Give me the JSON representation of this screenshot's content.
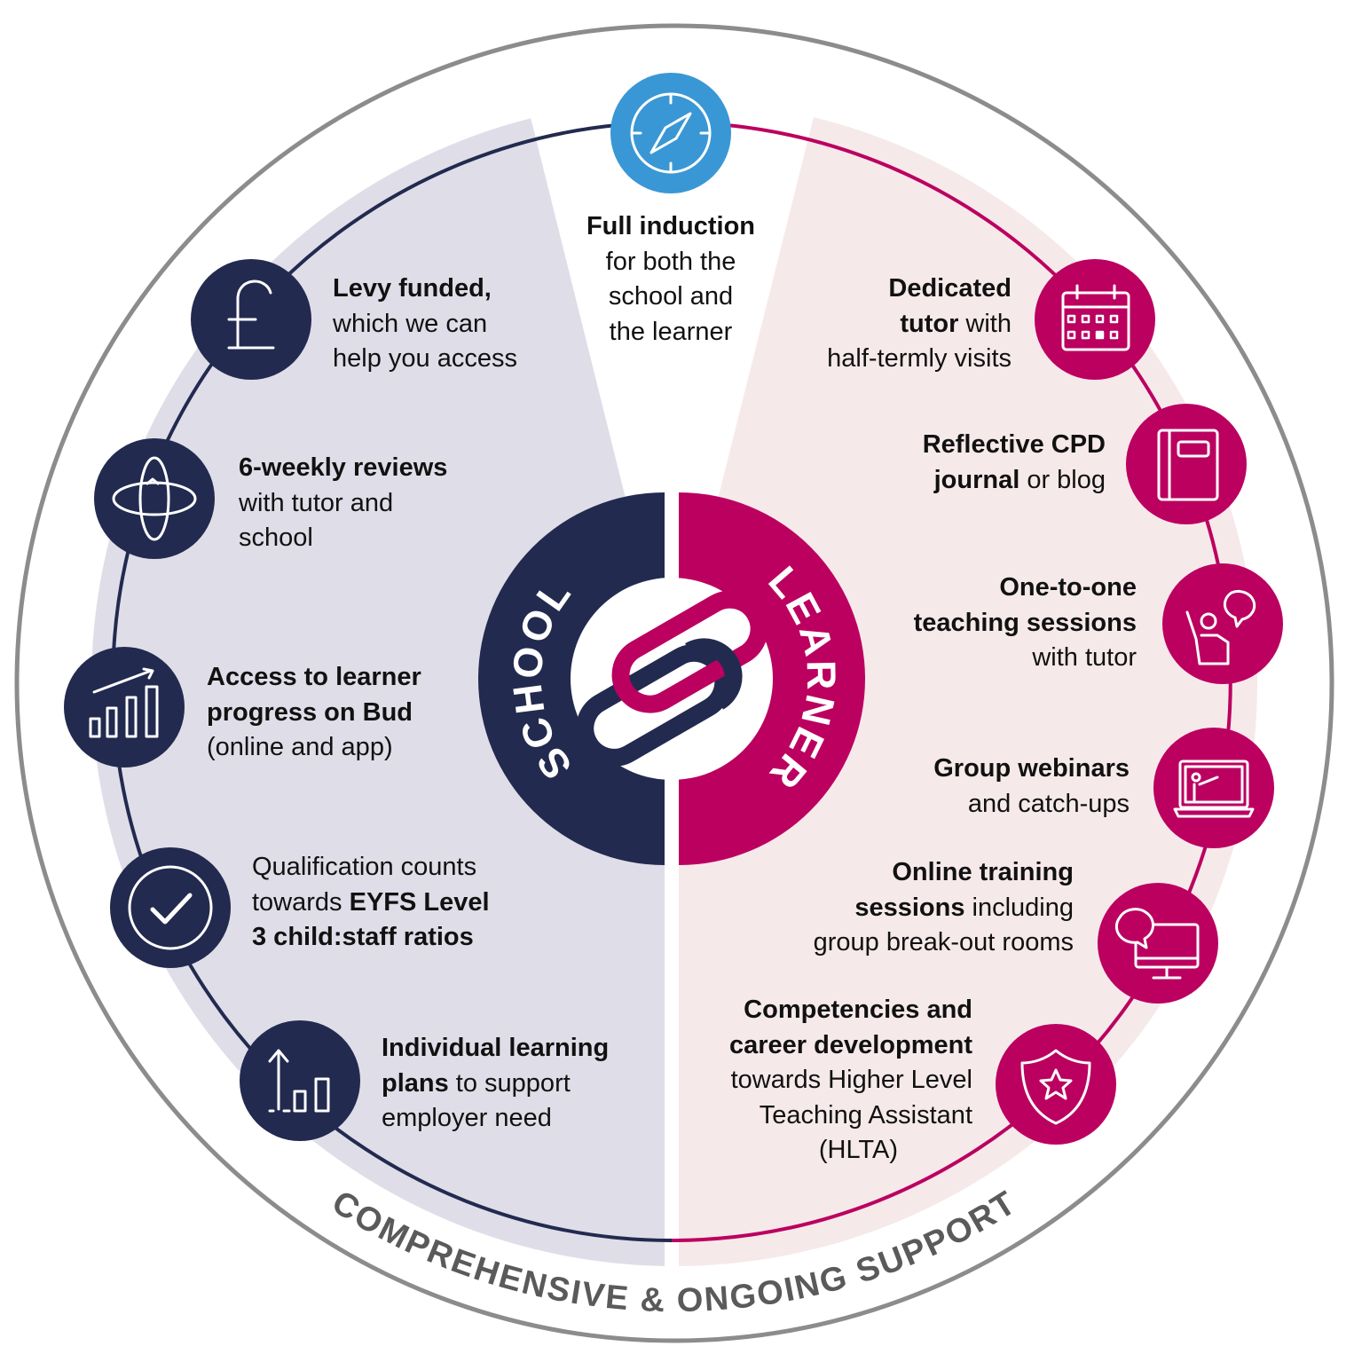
{
  "colors": {
    "navy": "#222a4f",
    "magenta": "#bb0060",
    "blue": "#3a97d5",
    "lavender": "#dfdee8",
    "pink": "#f6e9ea",
    "ring": "#8c8c8c",
    "footer": "#5a5a5a"
  },
  "center": {
    "left_label": "SCHOOL",
    "right_label": "LEARNER"
  },
  "footer": "COMPREHENSIVE & ONGOING SUPPORT",
  "items": [
    {
      "id": "induction",
      "icon": "compass-icon",
      "lines": [
        [
          {
            "t": "Full induction",
            "b": true
          }
        ],
        [
          {
            "t": "for both the"
          }
        ],
        [
          {
            "t": "school and"
          }
        ],
        [
          {
            "t": "the learner"
          }
        ]
      ]
    },
    {
      "id": "levy",
      "icon": "pound-icon",
      "lines": [
        [
          {
            "t": "Levy funded,",
            "b": true
          }
        ],
        [
          {
            "t": "which we can"
          }
        ],
        [
          {
            "t": "help you access"
          }
        ]
      ]
    },
    {
      "id": "reviews",
      "icon": "rotation-icon",
      "lines": [
        [
          {
            "t": "6-weekly reviews",
            "b": true
          }
        ],
        [
          {
            "t": "with tutor and"
          }
        ],
        [
          {
            "t": "school"
          }
        ]
      ]
    },
    {
      "id": "progress",
      "icon": "growth-chart-icon",
      "lines": [
        [
          {
            "t": "Access to learner",
            "b": true
          }
        ],
        [
          {
            "t": "progress on Bud",
            "b": true
          }
        ],
        [
          {
            "t": "(online and app)"
          }
        ]
      ]
    },
    {
      "id": "qualification",
      "icon": "check-circle-icon",
      "lines": [
        [
          {
            "t": "Qualification counts"
          }
        ],
        [
          {
            "t": "towards "
          },
          {
            "t": "EYFS Level",
            "b": true
          }
        ],
        [
          {
            "t": "3 child:staff ratios",
            "b": true
          }
        ]
      ]
    },
    {
      "id": "plans",
      "icon": "bar-arrow-icon",
      "lines": [
        [
          {
            "t": "Individual learning",
            "b": true
          }
        ],
        [
          {
            "t": "plans",
            "b": true
          },
          {
            "t": " to support"
          }
        ],
        [
          {
            "t": "employer need"
          }
        ]
      ]
    },
    {
      "id": "tutor",
      "icon": "calendar-icon",
      "lines": [
        [
          {
            "t": "Dedicated",
            "b": true
          }
        ],
        [
          {
            "t": "tutor",
            "b": true
          },
          {
            "t": " with"
          }
        ],
        [
          {
            "t": "half-termly visits"
          }
        ]
      ]
    },
    {
      "id": "journal",
      "icon": "journal-icon",
      "lines": [
        [
          {
            "t": "Reflective CPD",
            "b": true
          }
        ],
        [
          {
            "t": "journal",
            "b": true
          },
          {
            "t": " or blog"
          }
        ]
      ]
    },
    {
      "id": "one-to-one",
      "icon": "teaching-icon",
      "lines": [
        [
          {
            "t": "One-to-one",
            "b": true
          }
        ],
        [
          {
            "t": "teaching sessions",
            "b": true
          }
        ],
        [
          {
            "t": "with tutor"
          }
        ]
      ]
    },
    {
      "id": "webinars",
      "icon": "webinar-laptop-icon",
      "lines": [
        [
          {
            "t": "Group webinars",
            "b": true
          }
        ],
        [
          {
            "t": "and catch-ups"
          }
        ]
      ]
    },
    {
      "id": "online",
      "icon": "monitor-chat-icon",
      "lines": [
        [
          {
            "t": "Online training",
            "b": true
          }
        ],
        [
          {
            "t": "sessions",
            "b": true
          },
          {
            "t": " including"
          }
        ],
        [
          {
            "t": "group break-out rooms"
          }
        ]
      ]
    },
    {
      "id": "competencies",
      "icon": "shield-star-icon",
      "lines": [
        [
          {
            "t": "Competencies and",
            "b": true
          }
        ],
        [
          {
            "t": "career development",
            "b": true
          }
        ],
        [
          {
            "t": "towards Higher Level"
          }
        ],
        [
          {
            "t": "Teaching Assistant"
          }
        ],
        [
          {
            "t": "(HLTA)"
          }
        ]
      ]
    }
  ]
}
